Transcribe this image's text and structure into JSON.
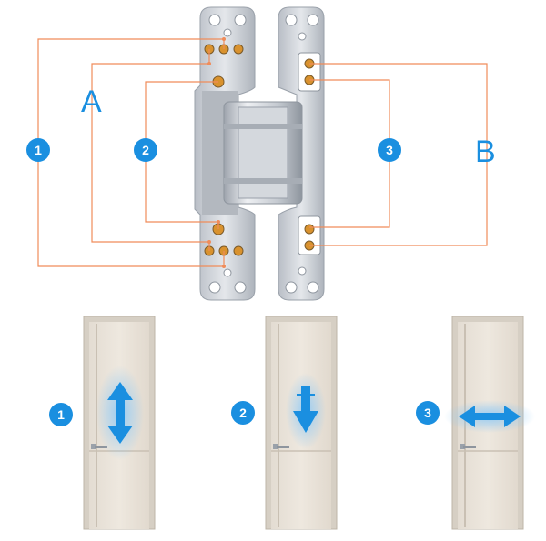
{
  "callouts": {
    "side_a_label": "A",
    "side_b_label": "B"
  },
  "adjustments": [
    {
      "number": "1",
      "motion": "vertical"
    },
    {
      "number": "2",
      "motion": "downward"
    },
    {
      "number": "3",
      "motion": "horizontal"
    }
  ],
  "icons": [
    "hinge-icon",
    "door-icon",
    "arrow-icon"
  ],
  "colors": {
    "accent_blue": "#1a8fe0",
    "leader_orange": "#f08c5a",
    "hinge_metal": "#c9cdd3",
    "door_panel": "#e9e3da",
    "door_frame": "#d6cfc4"
  }
}
